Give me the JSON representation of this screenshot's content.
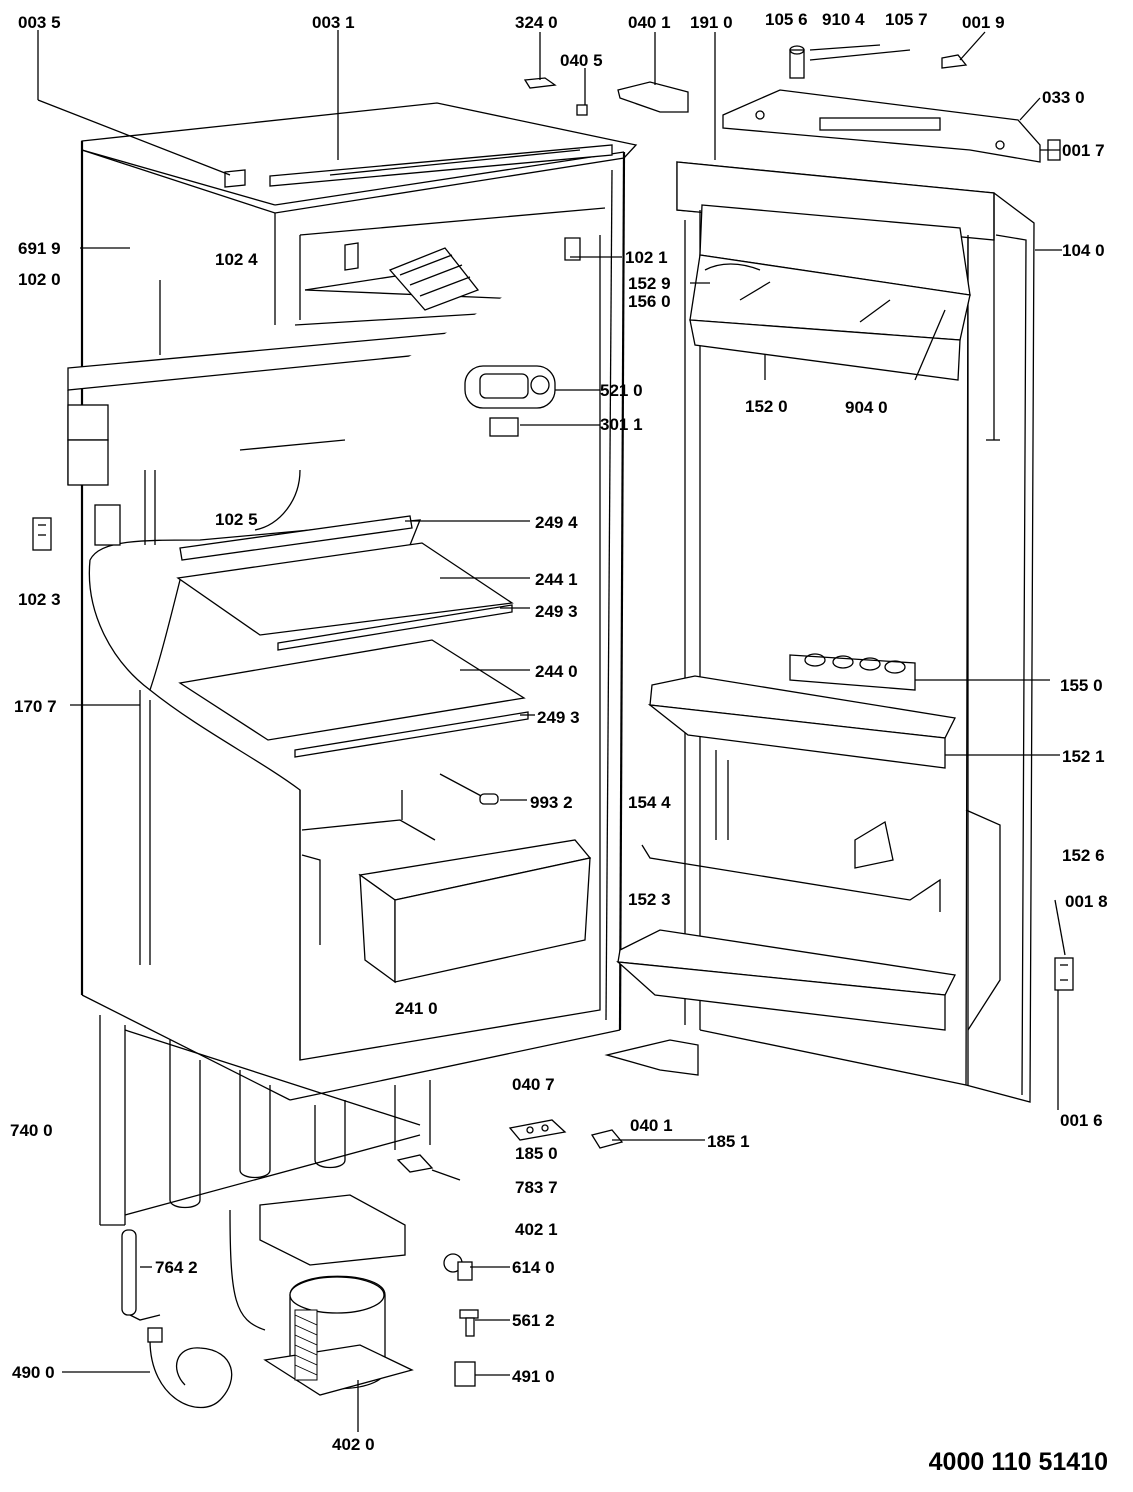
{
  "document_number": "4000 110 51410",
  "parts": [
    {
      "id": "p0035",
      "label": "003 5"
    },
    {
      "id": "p0031",
      "label": "003 1"
    },
    {
      "id": "p3240",
      "label": "324 0"
    },
    {
      "id": "p0405",
      "label": "040 5"
    },
    {
      "id": "p0401a",
      "label": "040 1"
    },
    {
      "id": "p1910",
      "label": "191 0"
    },
    {
      "id": "p1056",
      "label": "105 6"
    },
    {
      "id": "p9104",
      "label": "910 4"
    },
    {
      "id": "p1057",
      "label": "105 7"
    },
    {
      "id": "p0019",
      "label": "001 9"
    },
    {
      "id": "p0330",
      "label": "033 0"
    },
    {
      "id": "p0017",
      "label": "001 7"
    },
    {
      "id": "p6919",
      "label": "691 9"
    },
    {
      "id": "p1020",
      "label": "102 0"
    },
    {
      "id": "p1024",
      "label": "102 4"
    },
    {
      "id": "p1021",
      "label": "102 1"
    },
    {
      "id": "p1040",
      "label": "104 0"
    },
    {
      "id": "p1529",
      "label": "152 9"
    },
    {
      "id": "p1560",
      "label": "156 0"
    },
    {
      "id": "p5210",
      "label": "521 0"
    },
    {
      "id": "p1520",
      "label": "152 0"
    },
    {
      "id": "p9040",
      "label": "904 0"
    },
    {
      "id": "p3011",
      "label": "301 1"
    },
    {
      "id": "p1025",
      "label": "102 5"
    },
    {
      "id": "p2494",
      "label": "249 4"
    },
    {
      "id": "p2441",
      "label": "244 1"
    },
    {
      "id": "p1023",
      "label": "102 3"
    },
    {
      "id": "p2493a",
      "label": "249 3"
    },
    {
      "id": "p2440",
      "label": "244 0"
    },
    {
      "id": "p1550",
      "label": "155 0"
    },
    {
      "id": "p1707",
      "label": "170 7"
    },
    {
      "id": "p2493b",
      "label": "249 3"
    },
    {
      "id": "p1521",
      "label": "152 1"
    },
    {
      "id": "p9932",
      "label": "993 2"
    },
    {
      "id": "p1544",
      "label": "154 4"
    },
    {
      "id": "p1526",
      "label": "152 6"
    },
    {
      "id": "p1523",
      "label": "152 3"
    },
    {
      "id": "p0018",
      "label": "001 8"
    },
    {
      "id": "p2410",
      "label": "241 0"
    },
    {
      "id": "p0407",
      "label": "040 7"
    },
    {
      "id": "p0401b",
      "label": "040 1"
    },
    {
      "id": "p1851",
      "label": "185 1"
    },
    {
      "id": "p0016",
      "label": "001 6"
    },
    {
      "id": "p7400",
      "label": "740 0"
    },
    {
      "id": "p1850",
      "label": "185 0"
    },
    {
      "id": "p7837",
      "label": "783 7"
    },
    {
      "id": "p4021",
      "label": "402 1"
    },
    {
      "id": "p7642",
      "label": "764 2"
    },
    {
      "id": "p6140",
      "label": "614 0"
    },
    {
      "id": "p5612",
      "label": "561 2"
    },
    {
      "id": "p4900",
      "label": "490 0"
    },
    {
      "id": "p4910",
      "label": "491 0"
    },
    {
      "id": "p4020",
      "label": "402 0"
    }
  ]
}
